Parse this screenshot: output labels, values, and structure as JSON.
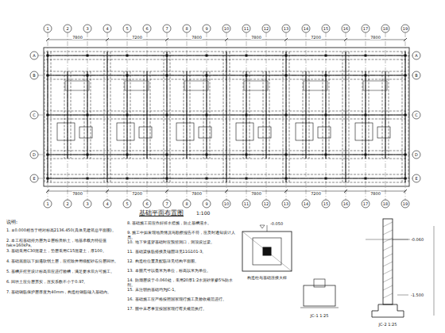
{
  "diagram": {
    "title": "基础平面布置图",
    "labels": [
      "1",
      "2",
      "3",
      "4",
      "5",
      "6",
      "7",
      "8",
      "9",
      "10",
      "11",
      "12",
      "13",
      "14",
      "15",
      "16",
      "17",
      "18",
      "19",
      "1",
      "2",
      "3",
      "4",
      "5",
      "6",
      "7",
      "8",
      "9",
      "10",
      "11",
      "12",
      "13",
      "14",
      "15",
      "16",
      "17",
      "18",
      "19",
      "A",
      "B",
      "C",
      "D",
      "E",
      "A",
      "B",
      "C",
      "D",
      "E",
      "7800",
      "7200",
      "7800",
      "7800",
      "7200",
      "7800",
      "7800",
      "7200",
      "7800",
      "7800",
      "7200",
      "7800",
      "1:100",
      "说明:",
      "1. ±0.000相当于绝对标高2136.450(具体见建筑总平面图)。",
      "2. 本工程基础持力层为②层粉质粘土，地基承载力特征值fak=160kPa。",
      "3. 基础采用C30混凝土，垫层采用C15混凝土，厚100。",
      "4. 基础底面以下如遇软弱土层，应挖除并用级配砂石分层回填。",
      "5. 基槽开挖至设计标高后应进行验槽，满足要求后方可施工。",
      "6. 回填土应分层夯实，压实系数不小于0.97。",
      "7. 基础钢筋保护层厚度为40mm，构造柱钢筋锚入基础内。",
      "8. 基础施工前应作好排水措施，防止基槽浸水。",
      "9. 施工中如发现地质情况与勘察报告不符，应及时通知设计人员。",
      "10. 地下管道穿基础时应预留洞口，洞顶设过梁。",
      "11. 基础梁纵筋搭接及锚固详见11G101-3。",
      "12. 构造柱位置及配筋详见结构平面图。",
      "13. 本图尺寸以毫米为单位，标高以米为单位。",
      "14. 防潮层设于-0.060处，采用20厚1:2水泥砂浆掺5%防水剂。",
      "15. 未注明的基础均为JC-1。",
      "16. 基础施工应严格按照国家现行施工及验收规范进行。",
      "17. 图中未尽事宜按国家现行有关规范执行。",
      "-0.050",
      "构造柱与基础连接大样",
      "-0.060",
      "-1.500",
      "JC-1 1:25",
      "JC-2 1:25"
    ]
  }
}
